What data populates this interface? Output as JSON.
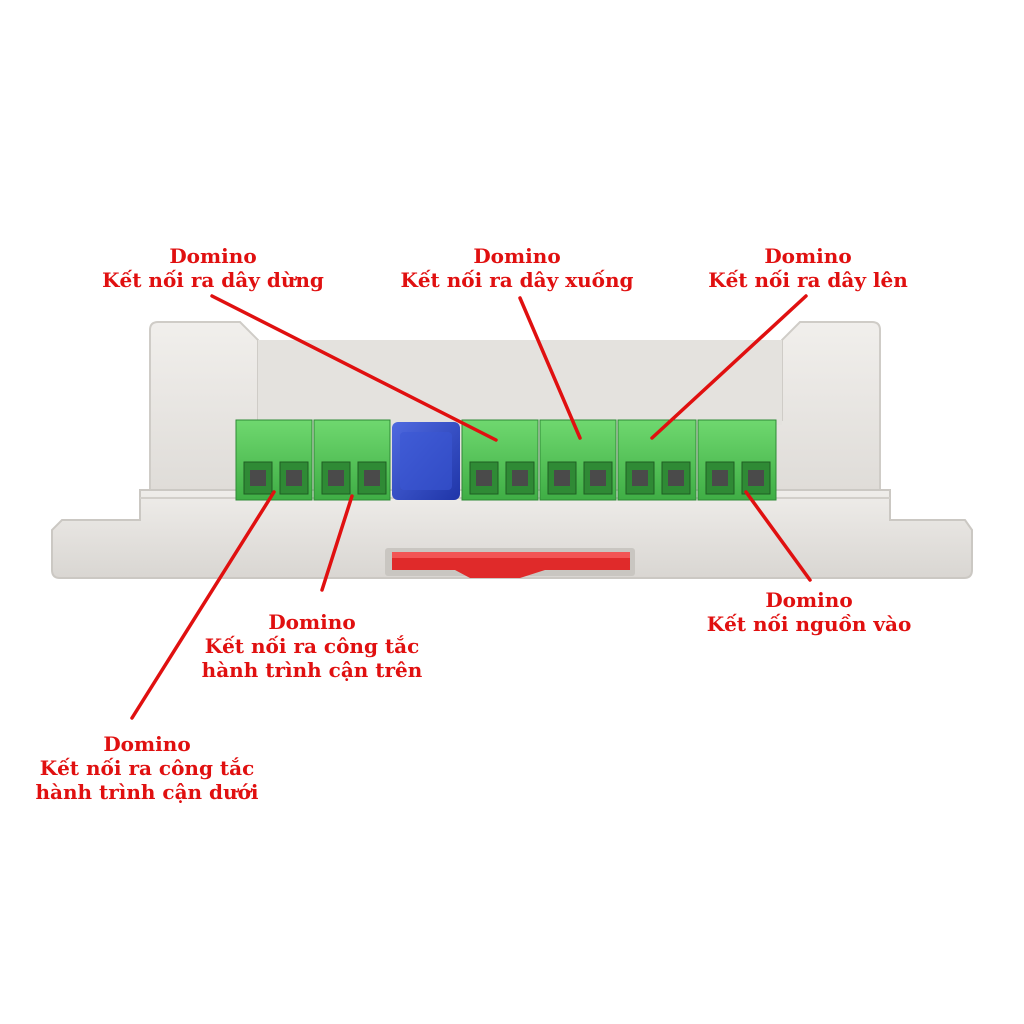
{
  "colors": {
    "label_red": "#e01010",
    "terminal_green": "#56c85a",
    "housing_grey": "#ebe9e6",
    "dip_switch_blue": "#2c47c8",
    "rail_clip_red": "#e02a2a"
  },
  "callouts": {
    "stop": {
      "title": "Domino",
      "line1": "Kết nối ra dây dừng"
    },
    "down": {
      "title": "Domino",
      "line1": "Kết nối ra dây xuống"
    },
    "up": {
      "title": "Domino",
      "line1": "Kết nối ra dây lên"
    },
    "power": {
      "title": "Domino",
      "line1": "Kết nối nguồn vào"
    },
    "upper_limit": {
      "title": "Domino",
      "line1": "Kết nối ra công tắc",
      "line2": "hành trình cận trên"
    },
    "lower_limit": {
      "title": "Domino",
      "line1": "Kết nối ra công tắc",
      "line2": "hành trình cận dưới"
    }
  }
}
